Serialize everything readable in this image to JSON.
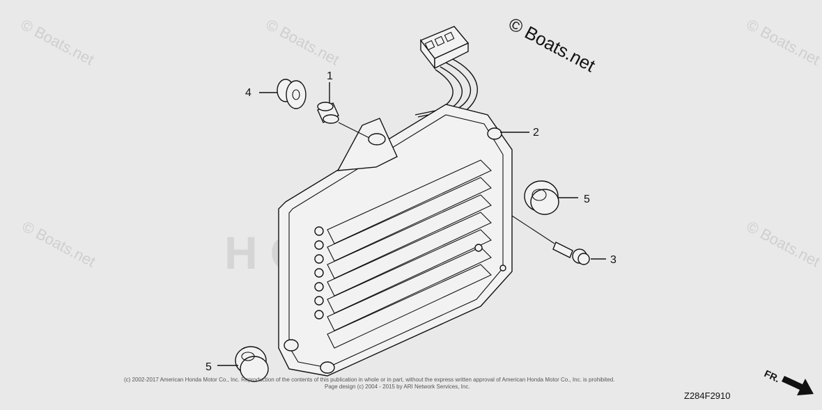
{
  "watermark": {
    "main": "© Boats.net",
    "repeat": "© Boats.net",
    "brand": "HONDA"
  },
  "callouts": [
    {
      "id": "1",
      "text": "1"
    },
    {
      "id": "2",
      "text": "2"
    },
    {
      "id": "3",
      "text": "3"
    },
    {
      "id": "4",
      "text": "4"
    },
    {
      "id": "5a",
      "text": "5"
    },
    {
      "id": "5b",
      "text": "5"
    }
  ],
  "footer": {
    "copyright_line1": "(c) 2002-2017 American Honda Motor Co., Inc. Reproduction of the contents of this publication in whole or in part, without the express written approval of American Honda Motor Co., Inc. is prohibited.",
    "copyright_line2": "Page design (c) 2004 - 2015 by ARI Network Services, Inc.",
    "diagram_code": "Z284F2910",
    "direction_label": "FR."
  }
}
